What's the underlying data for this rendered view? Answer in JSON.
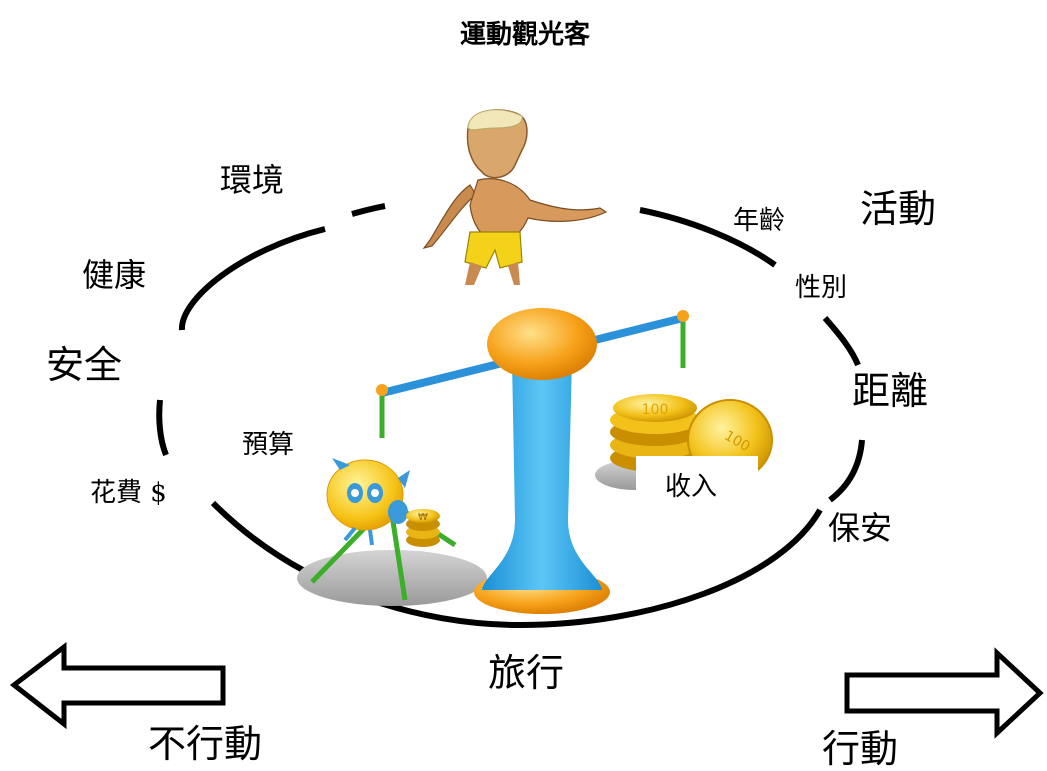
{
  "title": "運動觀光客",
  "factors": {
    "environment": "環境",
    "health": "健康",
    "safety": "安全",
    "budget": "預算",
    "expense": "花費 $",
    "age": "年齡",
    "activity": "活動",
    "gender": "性別",
    "distance": "距離",
    "security": "保安",
    "income": "收入"
  },
  "center_label": "旅行",
  "left_arrow_label": "不行動",
  "right_arrow_label": "行動",
  "coin_text": "100",
  "won_symbol": "₩"
}
